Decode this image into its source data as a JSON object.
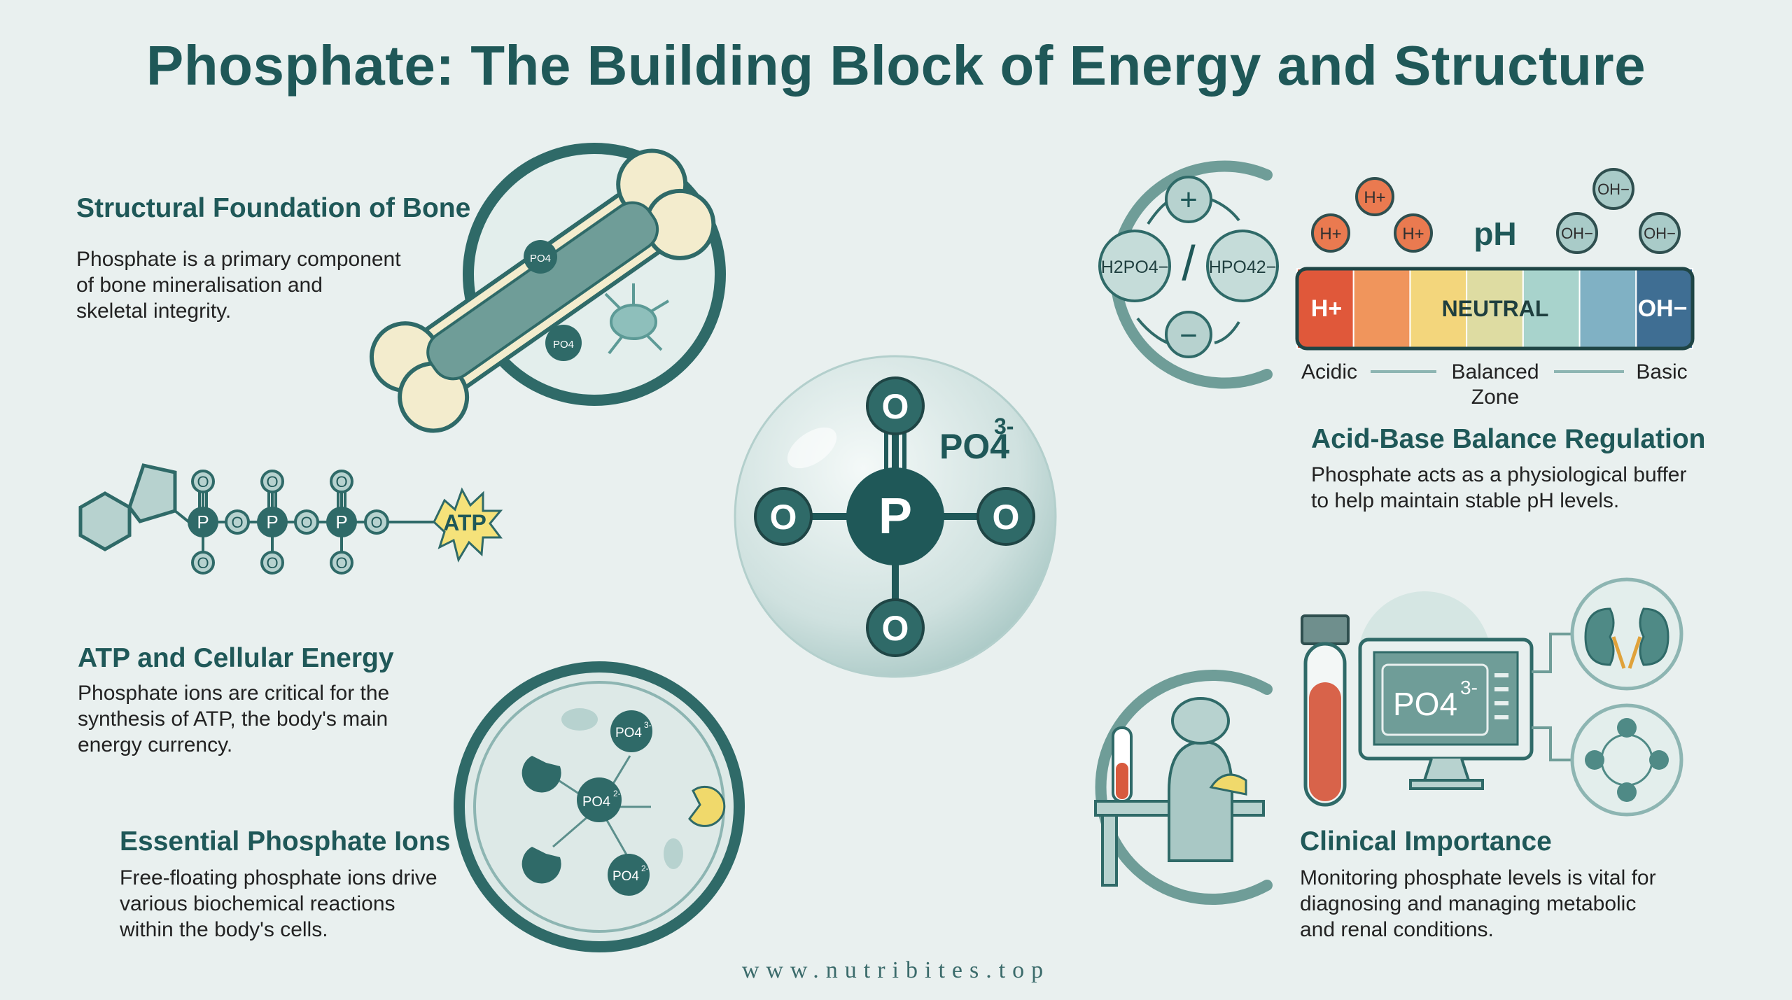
{
  "title": "Phosphate: The Building Block of Energy and Structure",
  "sections": {
    "bone": {
      "heading": "Structural Foundation of Bone",
      "body": [
        "Phosphate is a primary component",
        "of bone mineralisation and",
        "skeletal integrity."
      ],
      "labels": [
        "PO4",
        "PO4"
      ]
    },
    "atp": {
      "heading": "ATP and Cellular Energy",
      "body": [
        "Phosphate ions are critical for the",
        "synthesis of ATP, the body's main",
        "energy currency."
      ],
      "chain_p": "P",
      "chain_o": "O",
      "burst_label": "ATP"
    },
    "ions": {
      "heading": "Essential Phosphate Ions",
      "body": [
        "Free-floating phosphate ions drive",
        "various biochemical reactions",
        "within the body's cells."
      ],
      "center_label": "PO4",
      "center_charge": "2-",
      "top_label": "PO4",
      "top_charge": "3-",
      "bottom_label": "PO4",
      "bottom_charge": "2-"
    },
    "acid_base": {
      "heading": "Acid-Base Balance Regulation",
      "body": [
        "Phosphate acts as a physiological buffer",
        "to help maintain stable pH levels."
      ],
      "cycle": {
        "plus": "+",
        "minus": "−",
        "left": "H2PO4−",
        "right": "HPO42−",
        "slash": "/"
      },
      "ph_title": "pH",
      "ions_acid": [
        "H+",
        "H+",
        "H+"
      ],
      "ions_base": [
        "OH−",
        "OH−",
        "OH−"
      ],
      "bar": {
        "left": "H+",
        "center": "NEUTRAL",
        "right": "OH−",
        "colors": [
          "#e0583a",
          "#f0955c",
          "#f3d67c",
          "#dedca2",
          "#a8d3cc",
          "#80b1c4",
          "#3f6e93"
        ]
      },
      "scale": {
        "acidic": "Acidic",
        "balanced": "Balanced",
        "zone": "Zone",
        "basic": "Basic"
      }
    },
    "clinical": {
      "heading": "Clinical Importance",
      "body": [
        "Monitoring phosphate levels is vital for",
        "diagnosing and managing metabolic",
        "and renal conditions."
      ],
      "monitor_label": "PO4",
      "monitor_charge": "3-"
    }
  },
  "center": {
    "p": "P",
    "o": "O",
    "formula": "PO4",
    "charge": "3-"
  },
  "footer": "www.nutribites.top",
  "colors": {
    "teal_dark": "#1f5858",
    "teal_mid": "#7aa8a6",
    "teal_light": "#c5dcd9",
    "background": "#e9f0ef",
    "yellow": "#f5e27a"
  }
}
